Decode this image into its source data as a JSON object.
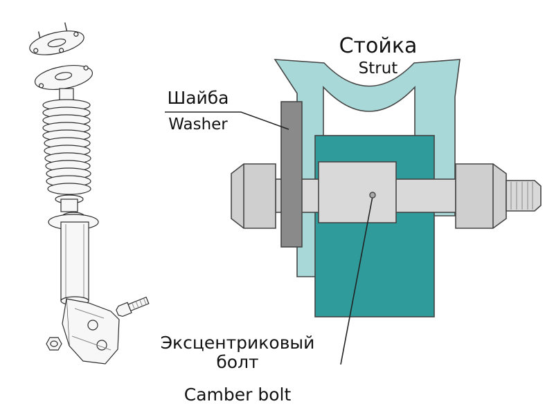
{
  "labels": {
    "strut_ru": "Стойка",
    "strut_en": "Strut",
    "washer_ru": "Шайба",
    "washer_en": "Washer",
    "camber_bolt_ru": "Эксцентриковый болт",
    "camber_bolt_en": "Camber bolt"
  },
  "colors": {
    "strut_light": "#a9d8d8",
    "strut_dark": "#2f9b9b",
    "bolt_light": "#d9d9d9",
    "bolt_mid": "#cfcfcf",
    "washer_gray": "#8a8a8a",
    "outline": "#444444",
    "text": "#111111"
  }
}
